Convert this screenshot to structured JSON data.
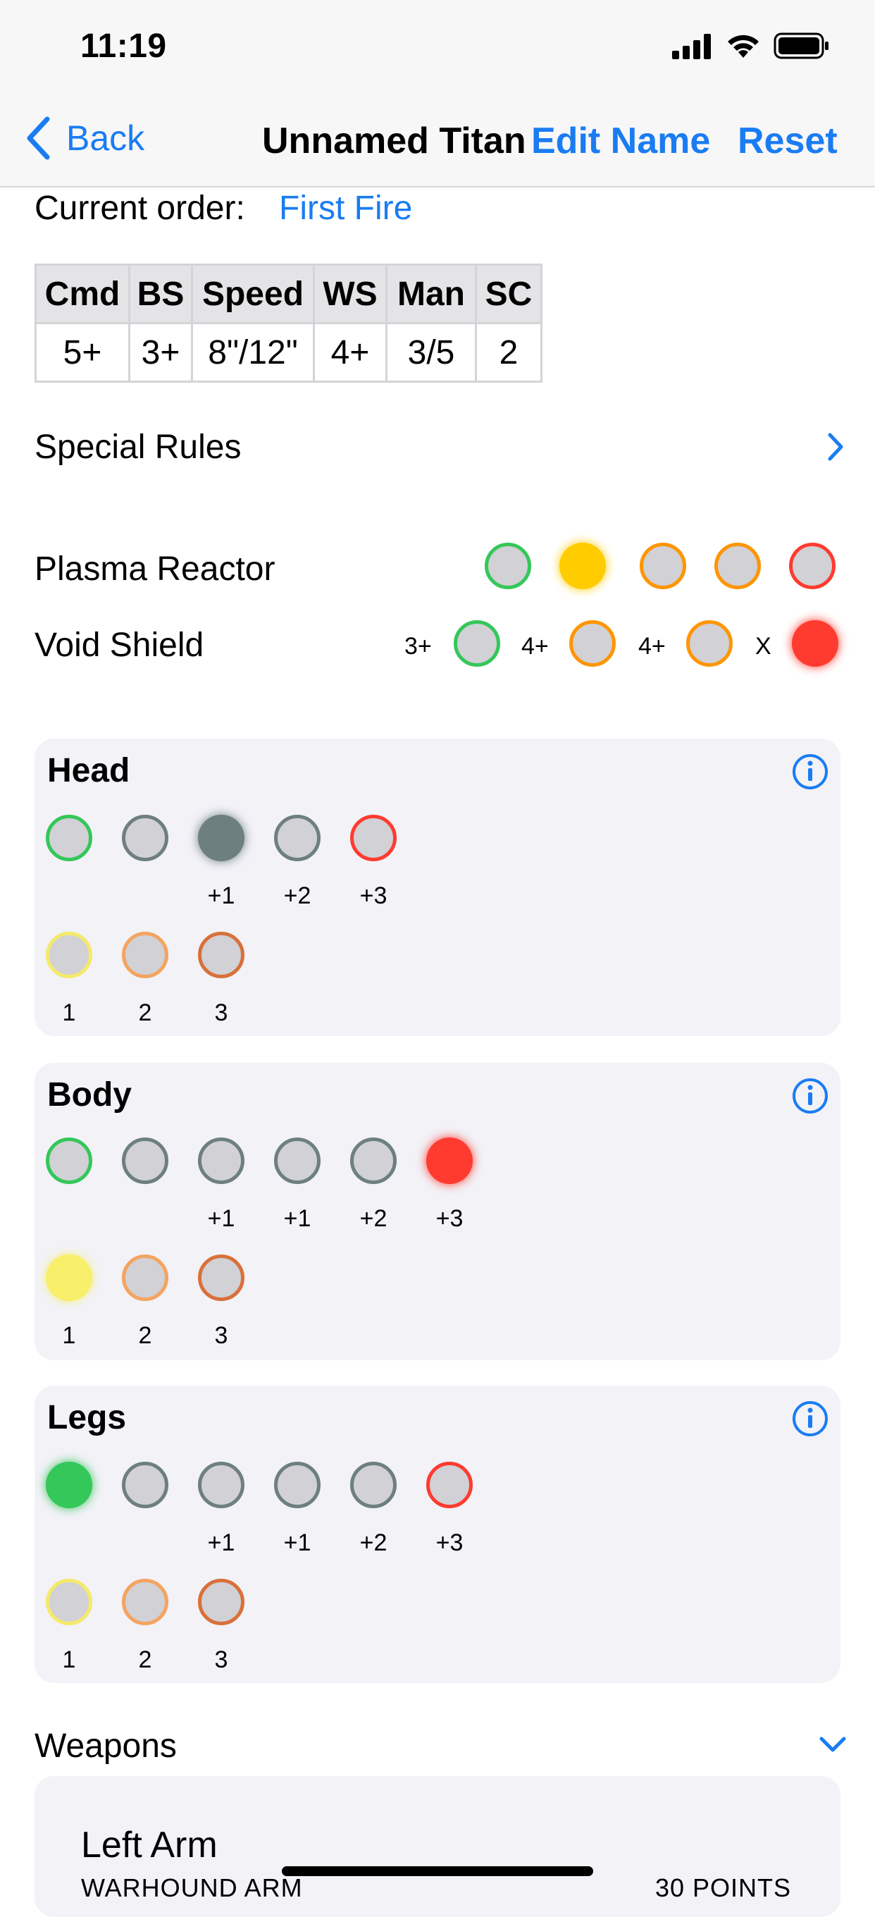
{
  "status": {
    "time": "11:19"
  },
  "nav": {
    "back_label": "Back",
    "title": "Unnamed Titan",
    "edit_label": "Edit Name",
    "reset_label": "Reset"
  },
  "order": {
    "label": "Current order:",
    "value": "First Fire"
  },
  "stats": {
    "headers": [
      "Cmd",
      "BS",
      "Speed",
      "WS",
      "Man",
      "SC"
    ],
    "values": [
      "5+",
      "3+",
      "8\"/12\"",
      "4+",
      "3/5",
      "2"
    ]
  },
  "special_rules": {
    "label": "Special Rules"
  },
  "plasma_reactor": {
    "label": "Plasma Reactor"
  },
  "void_shield": {
    "label": "Void Shield",
    "values": [
      "3+",
      "4+",
      "4+",
      "X"
    ]
  },
  "head": {
    "title": "Head",
    "modifiers": [
      "+1",
      "+2",
      "+3"
    ],
    "crit_labels": [
      "1",
      "2",
      "3"
    ]
  },
  "body": {
    "title": "Body",
    "modifiers": [
      "+1",
      "+1",
      "+2",
      "+3"
    ],
    "crit_labels": [
      "1",
      "2",
      "3"
    ]
  },
  "legs": {
    "title": "Legs",
    "modifiers": [
      "+1",
      "+1",
      "+2",
      "+3"
    ],
    "crit_labels": [
      "1",
      "2",
      "3"
    ]
  },
  "weapons": {
    "label": "Weapons",
    "items": [
      {
        "name": "Left Arm",
        "type": "WARHOUND ARM",
        "points": "30 POINTS"
      }
    ]
  },
  "colors": {
    "accent": "#1a7cf2",
    "green": "#34c759",
    "orange": "#ff9500",
    "red": "#ff3b30",
    "yellow": "#ffd60a",
    "gray_ring": "#6e7f80",
    "circle_fill": "#d1d1d6"
  }
}
